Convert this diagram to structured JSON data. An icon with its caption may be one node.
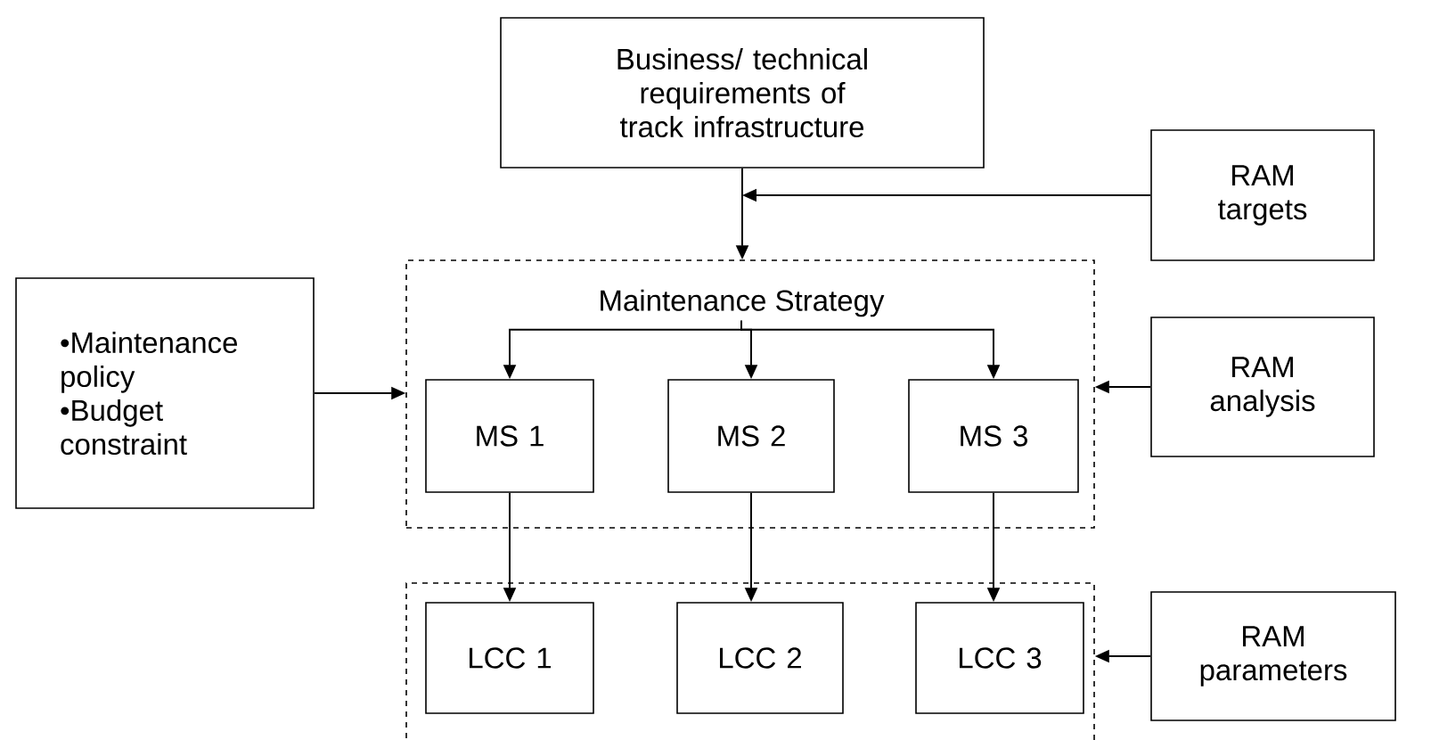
{
  "diagram": {
    "nodes": [
      {
        "text": [
          "Business/ technical requirements of track infrastructure"
        ]
      },
      {
        "text": [
          "RAM targets"
        ]
      },
      {
        "text": [],
        "shape": "box"
      },
      {
        "text": [
          "Maintenance Strategy"
        ],
        "in": 2
      },
      {
        "text": [
          "MS 1"
        ],
        "in": 2
      },
      {
        "text": [
          "MS 2"
        ],
        "in": 2
      },
      {
        "text": [
          "MS 3"
        ],
        "in": 2
      },
      {
        "text": [
          "•Maintenance policy",
          "•Budget constraint"
        ]
      },
      {
        "text": [
          "RAM analysis"
        ]
      },
      {
        "text": [],
        "shape": "box"
      },
      {
        "text": [
          "LCC 1"
        ],
        "in": 9
      },
      {
        "text": [
          "LCC 2"
        ],
        "in": 9
      },
      {
        "text": [
          "LCC 3"
        ],
        "in": 9
      },
      {
        "text": [
          "RAM parameters"
        ]
      }
    ],
    "edges": [
      {
        "from": 0,
        "to": 2,
        "arrow": "to"
      },
      {
        "from": 1,
        "to": null,
        "arrow": "to"
      },
      {
        "from": 3,
        "to": 4,
        "arrow": "to"
      },
      {
        "from": 3,
        "to": 5,
        "arrow": "to"
      },
      {
        "from": 3,
        "to": 6,
        "arrow": "to"
      },
      {
        "from": 7,
        "to": 2,
        "arrow": "to"
      },
      {
        "from": 8,
        "to": 2,
        "arrow": "to"
      },
      {
        "from": 4,
        "to": 10,
        "arrow": "to"
      },
      {
        "from": 5,
        "to": 11,
        "arrow": "to"
      },
      {
        "from": 6,
        "to": 12,
        "arrow": "to"
      },
      {
        "from": 13,
        "to": 9,
        "arrow": "to"
      }
    ]
  }
}
